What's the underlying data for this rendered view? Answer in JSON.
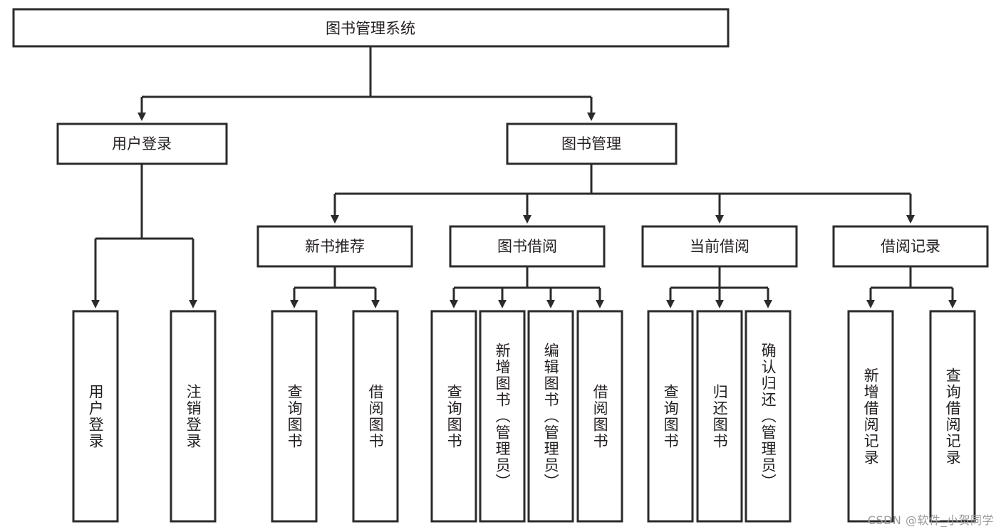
{
  "diagram": {
    "title": "图书管理系统",
    "type": "tree-hierarchy-diagram",
    "colors": {
      "line": "#2b2b2b",
      "box_fill": "#ffffff",
      "text": "#231f20",
      "watermark": "#9a9a9a"
    },
    "root": {
      "label": "图书管理系统"
    },
    "level2": [
      {
        "label": "用户登录"
      },
      {
        "label": "图书管理"
      }
    ],
    "level3": [
      {
        "label": "新书推荐"
      },
      {
        "label": "图书借阅"
      },
      {
        "label": "当前借阅"
      },
      {
        "label": "借阅记录"
      }
    ],
    "leaves": {
      "user_login": [
        {
          "label": "用户登录"
        },
        {
          "label": "注销登录"
        }
      ],
      "new_book_recommend": [
        {
          "label": "查询图书"
        },
        {
          "label": "借阅图书"
        }
      ],
      "book_borrow": [
        {
          "label": "查询图书"
        },
        {
          "label": "新增图书（管理员）"
        },
        {
          "label": "编辑图书（管理员）"
        },
        {
          "label": "借阅图书"
        }
      ],
      "current_borrow": [
        {
          "label": "查询图书"
        },
        {
          "label": "归还图书"
        },
        {
          "label": "确认归还（管理员）"
        }
      ],
      "borrow_record": [
        {
          "label": "新增借阅记录"
        },
        {
          "label": "查询借阅记录"
        }
      ]
    }
  },
  "watermark": {
    "text": "CSDN @软件_小贺同学"
  }
}
